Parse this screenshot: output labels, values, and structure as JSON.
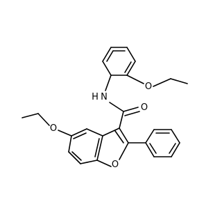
{
  "molecule": {
    "atoms": [
      {
        "id": "N1",
        "label": "N"
      },
      {
        "id": "H1",
        "label": "H"
      },
      {
        "id": "O_ketone",
        "label": "O"
      },
      {
        "id": "O_ether_top",
        "label": "O"
      },
      {
        "id": "O_ether_left",
        "label": "O"
      },
      {
        "id": "O_furan",
        "label": "O"
      }
    ]
  }
}
